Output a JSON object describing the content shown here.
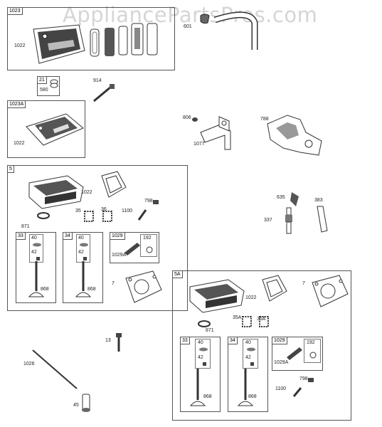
{
  "watermark": "AppliancePartsPros.com",
  "groups": {
    "g1023": {
      "tag": "1023",
      "cover_label": "1022"
    },
    "g21": {
      "tag": "21",
      "part_label": "580"
    },
    "g1023a": {
      "tag": "1023A",
      "cover_label": "1022"
    },
    "g5": {
      "tag": "5",
      "head": "1022",
      "springs_a": "35",
      "springs_b": "36",
      "screw": "1100",
      "nut": "798",
      "seal": "871",
      "gasket": "7"
    },
    "g5a": {
      "tag": "5A",
      "head": "1022",
      "gasket": "7",
      "springs_a": "35A",
      "springs_b": "36A",
      "seal": "871",
      "screw": "1100",
      "nut": "798"
    }
  },
  "valve_kit": {
    "tag_a": "33",
    "tag_b": "34",
    "retainer": "40",
    "keeper": "42",
    "valve": "868"
  },
  "rocker_kit": {
    "tag": "1029",
    "pin": "192",
    "arm": "1029A"
  },
  "loose": {
    "p601": "601",
    "p914": "914",
    "p806": "806",
    "p1077": "1077",
    "p788": "788",
    "p635": "635",
    "p383": "383",
    "p337": "337",
    "p13": "13",
    "p1026": "1026",
    "p45": "45"
  }
}
